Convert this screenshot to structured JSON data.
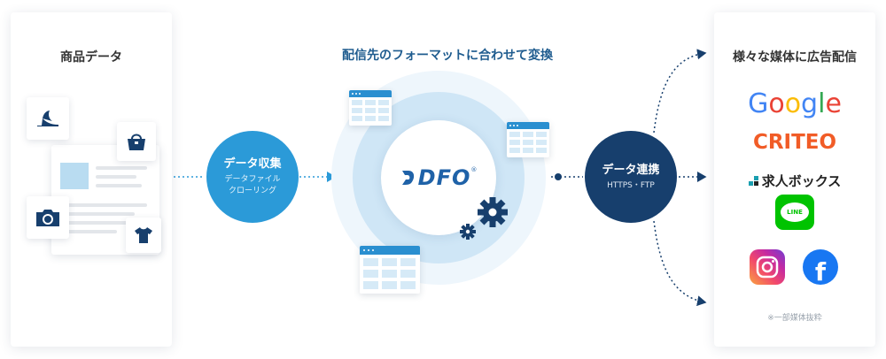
{
  "left_panel": {
    "title": "商品データ"
  },
  "center": {
    "title": "配信先のフォーマットに合わせて変換",
    "logo": "DFO",
    "logo_mark": "®"
  },
  "collect": {
    "title": "データ収集",
    "sub1": "データファイル",
    "sub2": "クローリング"
  },
  "link": {
    "title": "データ連携",
    "sub": "HTTPS・FTP"
  },
  "right_panel": {
    "title": "様々な媒体に広告配信",
    "logos": {
      "google": "Google",
      "criteo": "CRITEO",
      "kyujin": "求人ボックス",
      "line": "LINE",
      "facebook": "f"
    },
    "footnote": "※一部媒体抜粋"
  },
  "colors": {
    "google_blue": "#4285f4",
    "google_red": "#ea4335",
    "google_yellow": "#fbbc05",
    "google_green": "#34a853",
    "collect_blue": "#2b9ad8",
    "link_navy": "#173f6d",
    "accent": "#1f62a8"
  },
  "icons": [
    "heel-shoe-icon",
    "handbag-icon",
    "camera-icon",
    "tshirt-icon",
    "gear-icon",
    "table-icon"
  ]
}
